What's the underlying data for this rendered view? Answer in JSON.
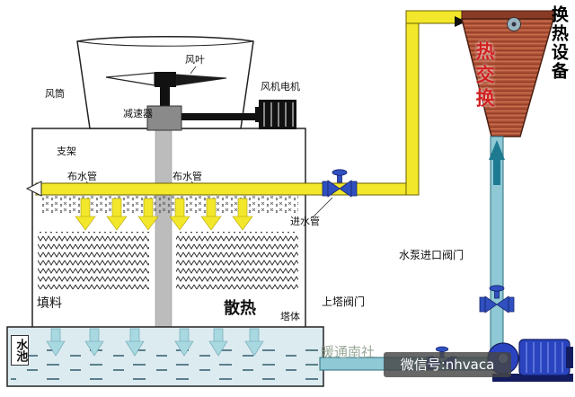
{
  "diagram": {
    "labels": {
      "heat_exchange_equipment": "换热设备",
      "heat_exchanger": "热交换",
      "fan_blade": "风叶",
      "air_duct": "风筒",
      "fan_motor": "风机电机",
      "reducer": "减速器",
      "support": "支架",
      "water_dist_pipe_left": "布水管",
      "water_dist_pipe_right": "布水管",
      "water_inlet_pipe": "进水管",
      "pump_inlet_valve": "水泵进口阀门",
      "upper_tower_valve": "上塔阀门",
      "fill_material": "填料",
      "heat_dissipation": "散热",
      "tower_body": "塔体",
      "water_pool": "水池"
    },
    "watermark": {
      "brand": "暖通南社",
      "wechat": "微信号:nhvaca"
    },
    "colors": {
      "hot_pipe": "#f2e72a",
      "cold_pipe": "#8fc9d6",
      "flow_arrow": "#1e7a90",
      "valve": "#3050c0",
      "heat_exchanger_body": "#b4563a",
      "pump": "#2a44c0",
      "pool": "#dcebf0",
      "pool_arrow": "#a8d8e0",
      "label_red": "#d02020",
      "column_gray": "#bcbcbc"
    }
  }
}
